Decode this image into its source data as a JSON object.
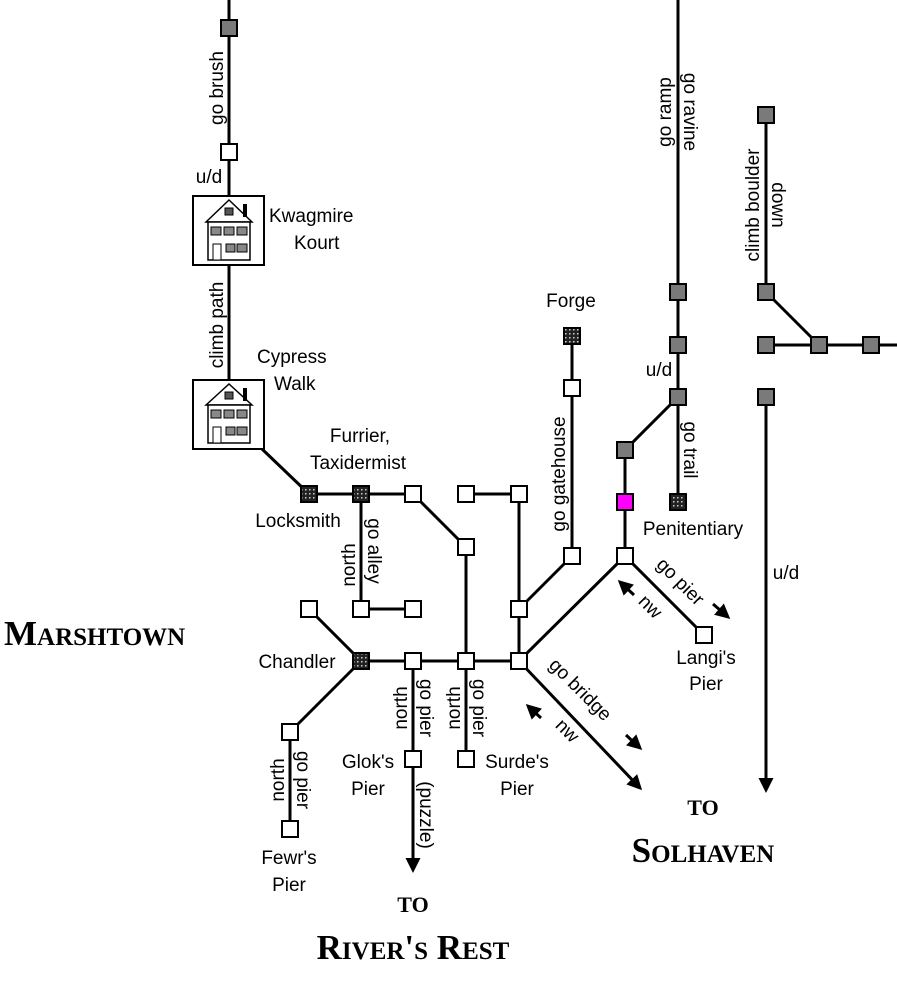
{
  "map": {
    "region_title": "Marshtown",
    "destinations": {
      "solhaven": {
        "to": "to",
        "name": "Solhaven"
      },
      "rivers_rest": {
        "to": "to",
        "name": "River's Rest"
      }
    },
    "buildings": {
      "kwagmire_kourt": {
        "line1": "Kwagmire",
        "line2": "Kourt"
      },
      "cypress_walk": {
        "line1": "Cypress",
        "line2": "Walk"
      }
    },
    "places": {
      "forge": "Forge",
      "furrier_line1": "Furrier,",
      "furrier_line2": "Taxidermist",
      "locksmith": "Locksmith",
      "penitentiary": "Penitentiary",
      "chandler": "Chandler",
      "langi_line1": "Langi's",
      "langi_line2": "Pier",
      "glok_line1": "Glok's",
      "glok_line2": "Pier",
      "surde_line1": "Surde's",
      "surde_line2": "Pier",
      "fewr_line1": "Fewr's",
      "fewr_line2": "Pier"
    },
    "paths": {
      "go_brush": "go brush",
      "ud_top": "u/d",
      "climb_path": "climb path",
      "go_ramp": "go ramp",
      "go_ravine": "go ravine",
      "climb_boulder": "climb boulder",
      "down": "down",
      "go_gatehouse": "go gatehouse",
      "ud_right": "u/d",
      "go_trail": "go trail",
      "ud_long": "u/d",
      "go_alley": "go alley",
      "north_alley": "north",
      "go_pier_langi": "go pier",
      "nw_langi": "nw",
      "go_bridge": "go bridge",
      "nw_bridge": "nw",
      "north_glok": "north",
      "go_pier_glok": "go pier",
      "north_surde": "north",
      "go_pier_surde": "go pier",
      "north_fewr": "north",
      "go_pier_fewr": "go pier",
      "puzzle": "(puzzle)"
    },
    "colors": {
      "gray_room": "#7a7a7a",
      "shop_room": "#333333",
      "current_room": "#ff00ff",
      "line": "#000000"
    }
  }
}
